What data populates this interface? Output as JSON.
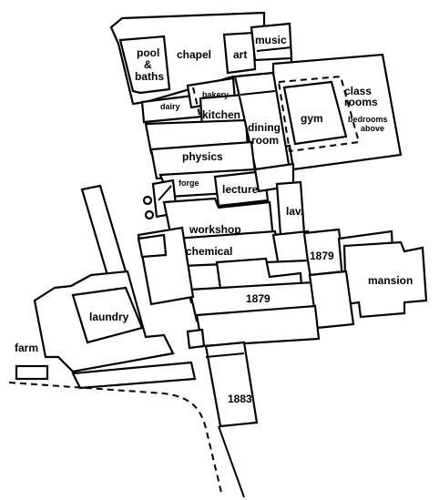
{
  "plan": {
    "line_color": "#000000",
    "background_color": "#ffffff",
    "labels": {
      "pool": "pool",
      "amp": "&",
      "baths": "baths",
      "chapel": "chapel",
      "art": "art",
      "music": "music",
      "bakery": "bakery",
      "dairy": "dairy",
      "kitchen": "kitchen",
      "class": "class",
      "rooms": "rooms",
      "gym": "gym",
      "bedrooms": "bedrooms",
      "above": "above",
      "dining": "dining",
      "room": "room",
      "physics": "physics",
      "forge": "forge",
      "lecture": "lecture",
      "lav": "lav.",
      "workshop": "workshop",
      "chemical": "chemical",
      "year_1879_north": "1879",
      "mansion": "mansion",
      "year_1879_south": "1879",
      "laundry": "laundry",
      "farm": "farm",
      "year_1883": "1883"
    }
  }
}
